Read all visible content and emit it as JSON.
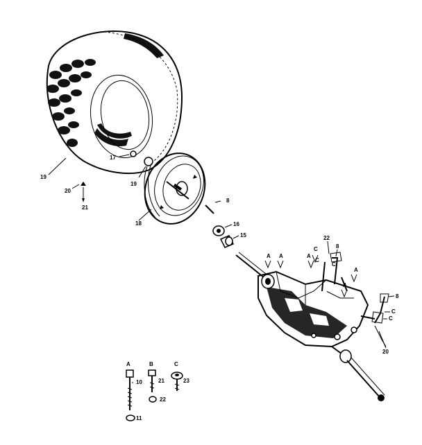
{
  "callouts": {
    "c17": "17",
    "c19_tire": "19",
    "c19_ring": "19",
    "c18": "18",
    "c20_valve": "20",
    "c21_valve": "21",
    "c8_pin": "8",
    "c16": "16",
    "c15": "15",
    "c22_top": "22",
    "c8_top": "8",
    "c8_right": "8",
    "c20_right": "20",
    "a1": "A",
    "a2": "A",
    "a3": "A",
    "a4": "A",
    "a5": "A",
    "cc1": "C",
    "cc2": "C",
    "cc3": "C",
    "cc4": "C",
    "cc5": "C"
  },
  "legend": {
    "a_letter": "A",
    "b_letter": "B",
    "c_letter": "C",
    "a_num": "10",
    "a_nut": "11",
    "b_num": "21",
    "b_nut": "22",
    "c_num": "23"
  }
}
